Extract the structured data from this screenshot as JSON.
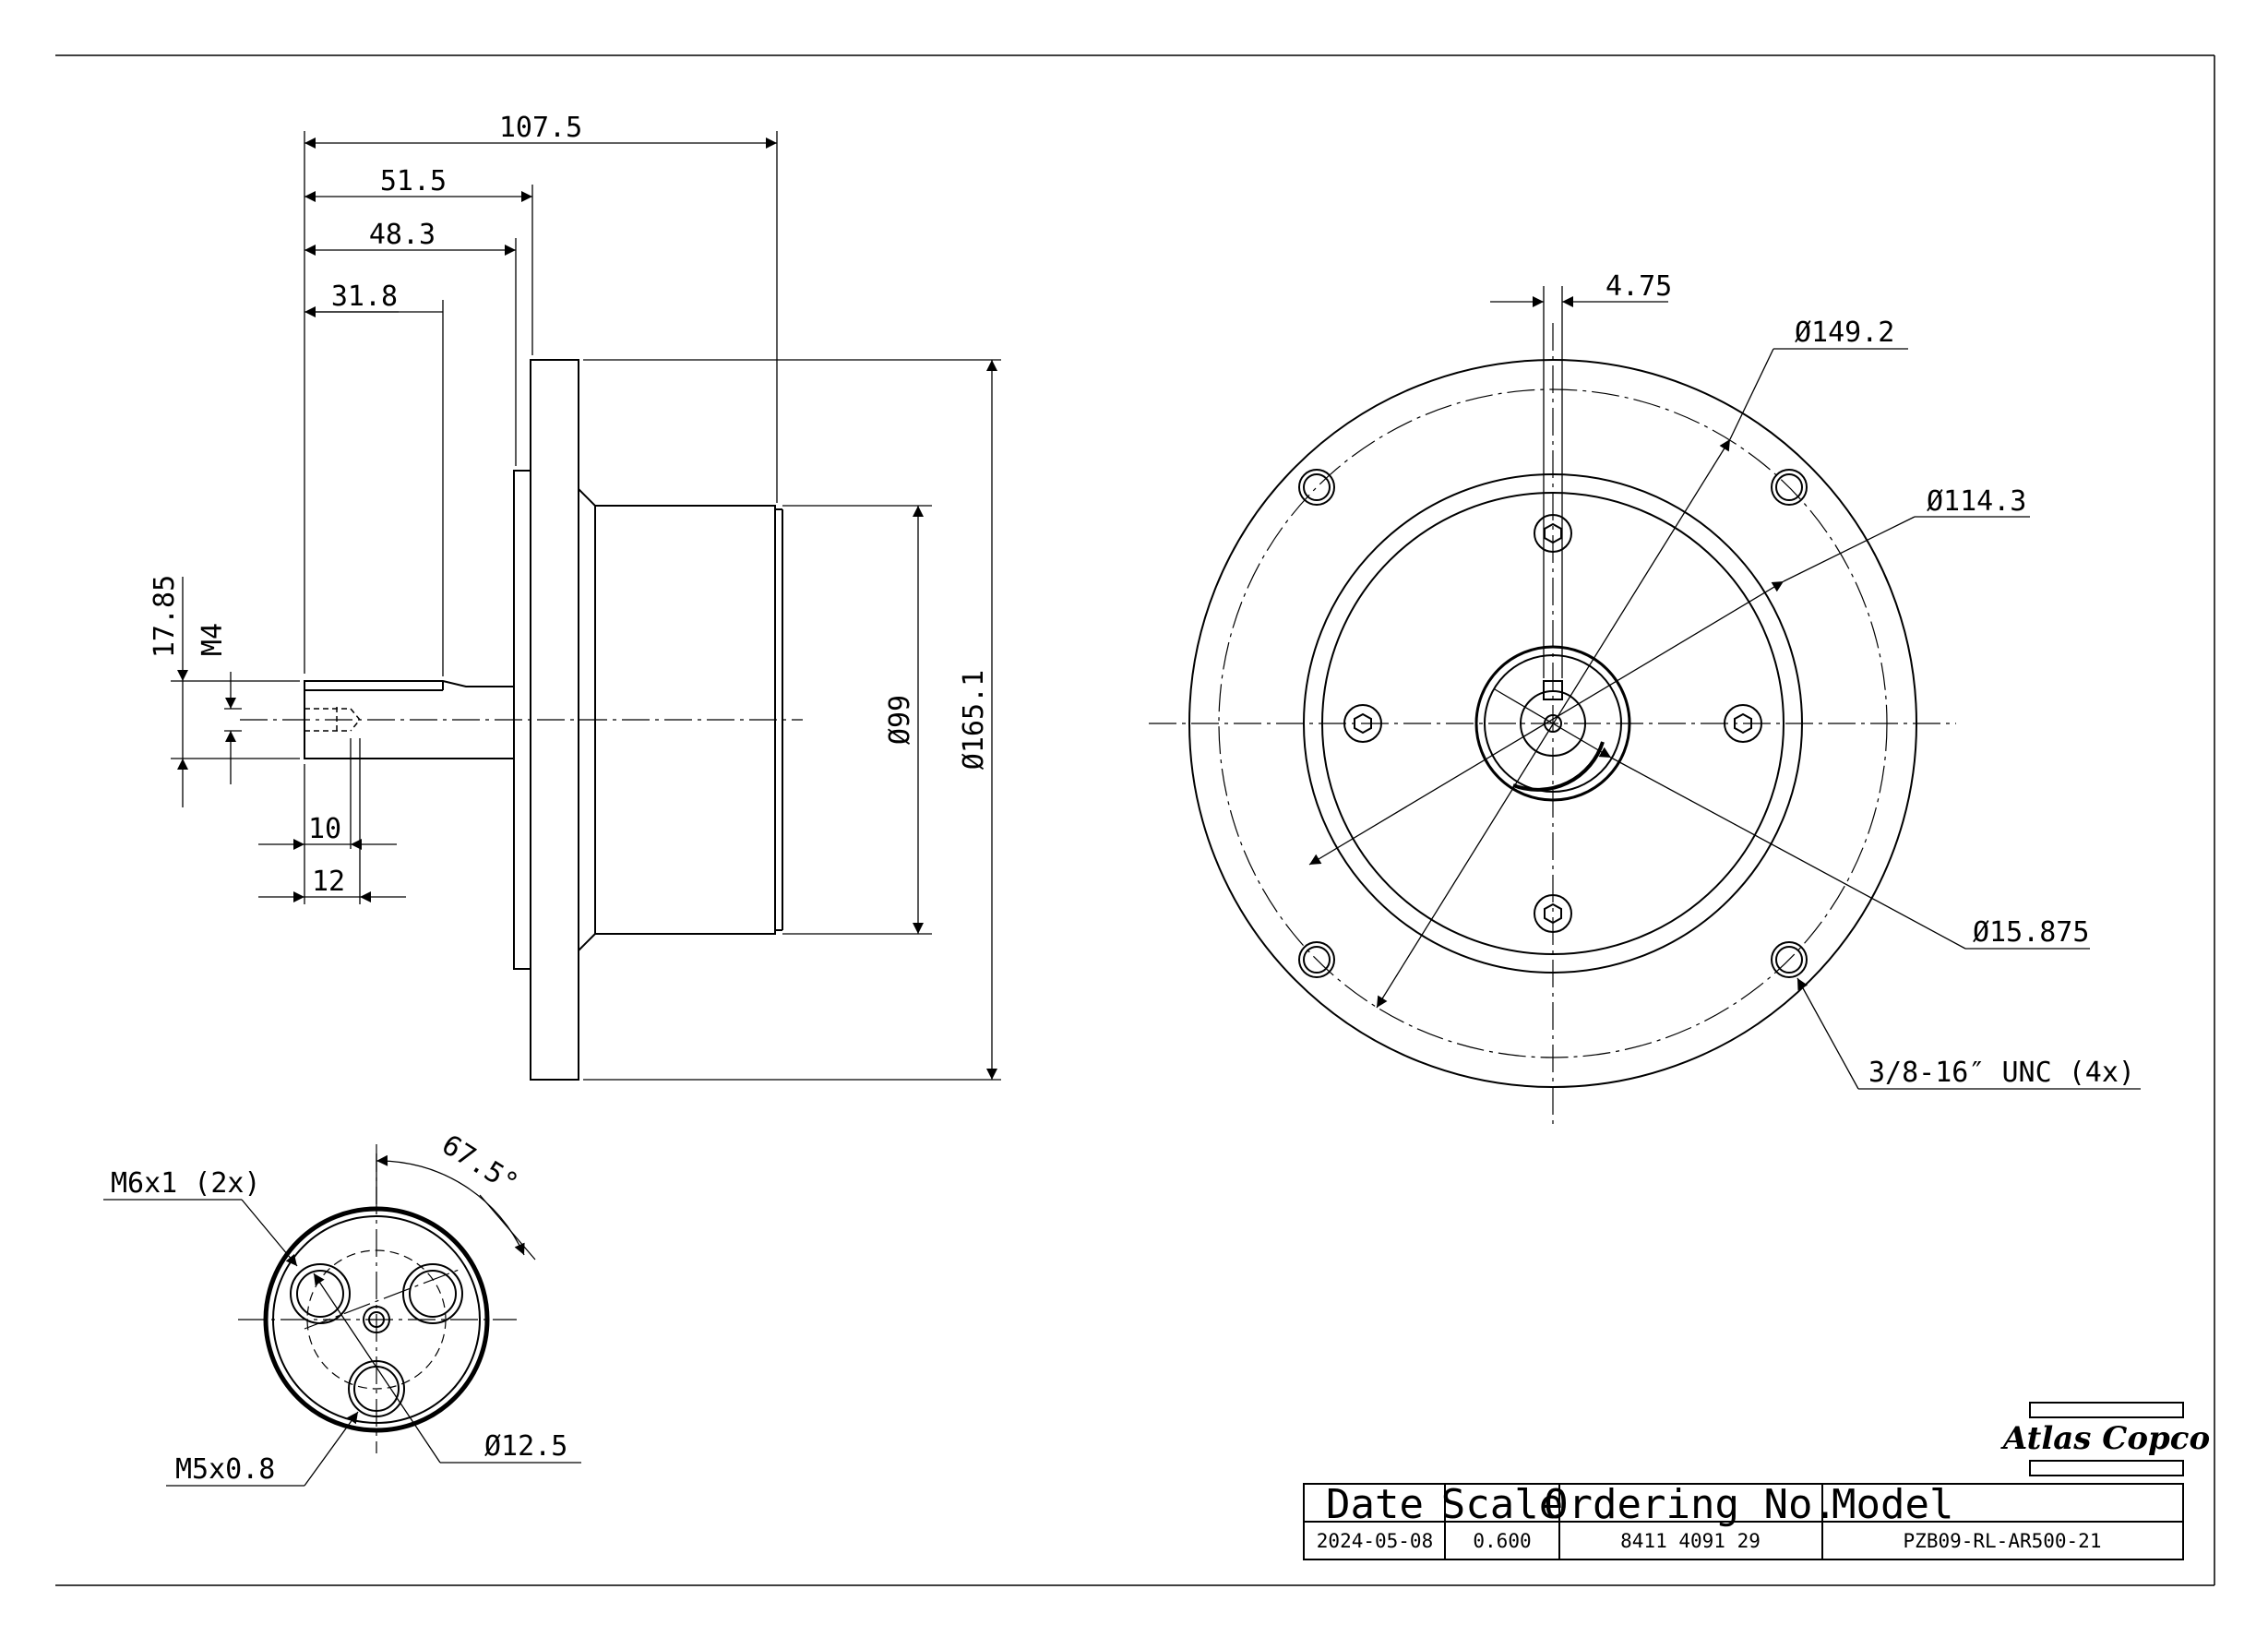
{
  "dimensions": {
    "side": {
      "overall_length": "107.5",
      "flange_position": "51.5",
      "spigot_position": "48.3",
      "shaft_flat_length": "31.8",
      "shaft_height": "17.85",
      "thread": "M4",
      "thread_depth_10": "10",
      "thread_depth_12": "12",
      "body_diameter": "Ø99",
      "flange_diameter": "Ø165.1"
    },
    "front": {
      "key_width": "4.75",
      "bolt_circle": "Ø149.2",
      "pilot_diameter": "Ø114.3",
      "shaft_diameter": "Ø15.875",
      "mount_thread": "3/8-16″ UNC (4x)"
    },
    "rear": {
      "angle": "67.5°",
      "thread_m6": "M6x1 (2x)",
      "thread_m5": "M5x0.8",
      "pcd": "Ø12.5"
    }
  },
  "title_block": {
    "headers": {
      "date": "Date",
      "scale": "Scale",
      "ordering_no": "Ordering No.",
      "model": "Model"
    },
    "values": {
      "date": "2024-05-08",
      "scale": "0.600",
      "ordering_no": "8411 4091 29",
      "model": "PZB09-RL-AR500-21"
    },
    "logo": "Atlas Copco"
  }
}
